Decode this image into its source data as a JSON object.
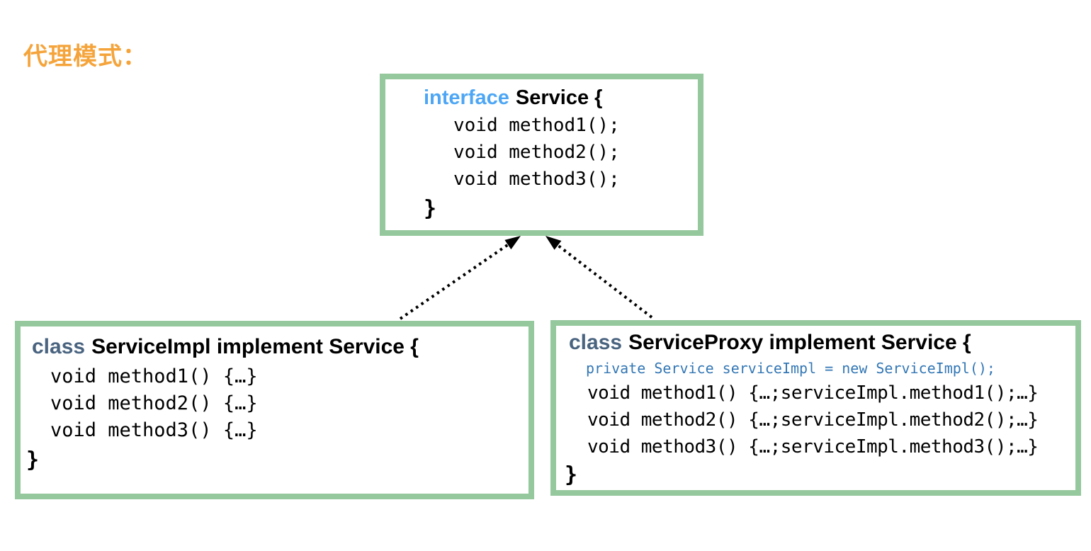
{
  "title": "代理模式：",
  "colors": {
    "title_orange": "#F5A43B",
    "box_border_green": "#95C89D",
    "interface_keyword_blue": "#4DA6F5",
    "class_keyword_slate": "#4A6480",
    "field_line_blue": "#3377B5",
    "arrow_black": "#000000"
  },
  "interface_box": {
    "keyword": "interface",
    "name": "Service {",
    "methods": [
      "void method1();",
      "void method2();",
      "void method3();"
    ],
    "close": "}"
  },
  "impl_box": {
    "keyword": "class",
    "name": "ServiceImpl implement Service {",
    "methods": [
      "void method1() {…}",
      "void method2() {…}",
      "void method3() {…}"
    ],
    "close": "}"
  },
  "proxy_box": {
    "keyword": "class",
    "name": "ServiceProxy implement Service {",
    "field": "private Service serviceImpl = new ServiceImpl();",
    "methods": [
      "void method1() {…;serviceImpl.method1();…}",
      "void method2() {…;serviceImpl.method2();…}",
      "void method3() {…;serviceImpl.method3();…}"
    ],
    "close": "}"
  },
  "arrows": [
    {
      "from": "ServiceImpl",
      "to": "Service",
      "style": "dotted-realization"
    },
    {
      "from": "ServiceProxy",
      "to": "Service",
      "style": "dotted-realization"
    }
  ]
}
